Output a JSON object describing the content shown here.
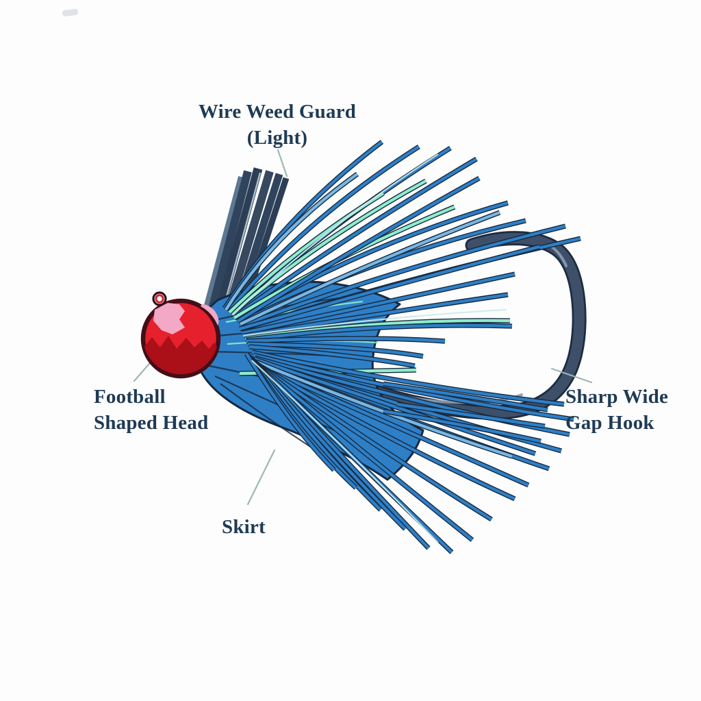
{
  "page": {
    "background": "#fdfdfd"
  },
  "diagram": {
    "subject": "football-jig-fishing-lure",
    "labels": {
      "weed_guard": {
        "line1": "Wire Weed Guard",
        "line2": "(Light)"
      },
      "head": {
        "line1": "Football",
        "line2": "Shaped Head"
      },
      "hook": {
        "line1": "Sharp Wide",
        "line2": "Gap Hook"
      },
      "skirt": {
        "text": "Skirt"
      }
    },
    "colors": {
      "label_text": "#1f3a55",
      "leader_line": "#9fb7b1",
      "skirt_blue": "#2e7fc6",
      "skirt_blue_dark": "#2268a8",
      "skirt_mint": "#8feccb",
      "skirt_light_blue": "#79b6e2",
      "skirt_pale": "#cdeaeb",
      "skirt_outline": "#16293f",
      "head_red": "#e6212d",
      "head_dark_red": "#ab0f18",
      "head_pink": "#f3a8c5",
      "head_outline": "#430f18",
      "hook_slate": "#3e4f69",
      "hook_outline": "#1d2c40",
      "hook_highlight": "#8b9db1",
      "weed_guard_slate": "#31445d",
      "weed_guard_light": "#5e7891",
      "smudge": "#dde3e6"
    }
  }
}
